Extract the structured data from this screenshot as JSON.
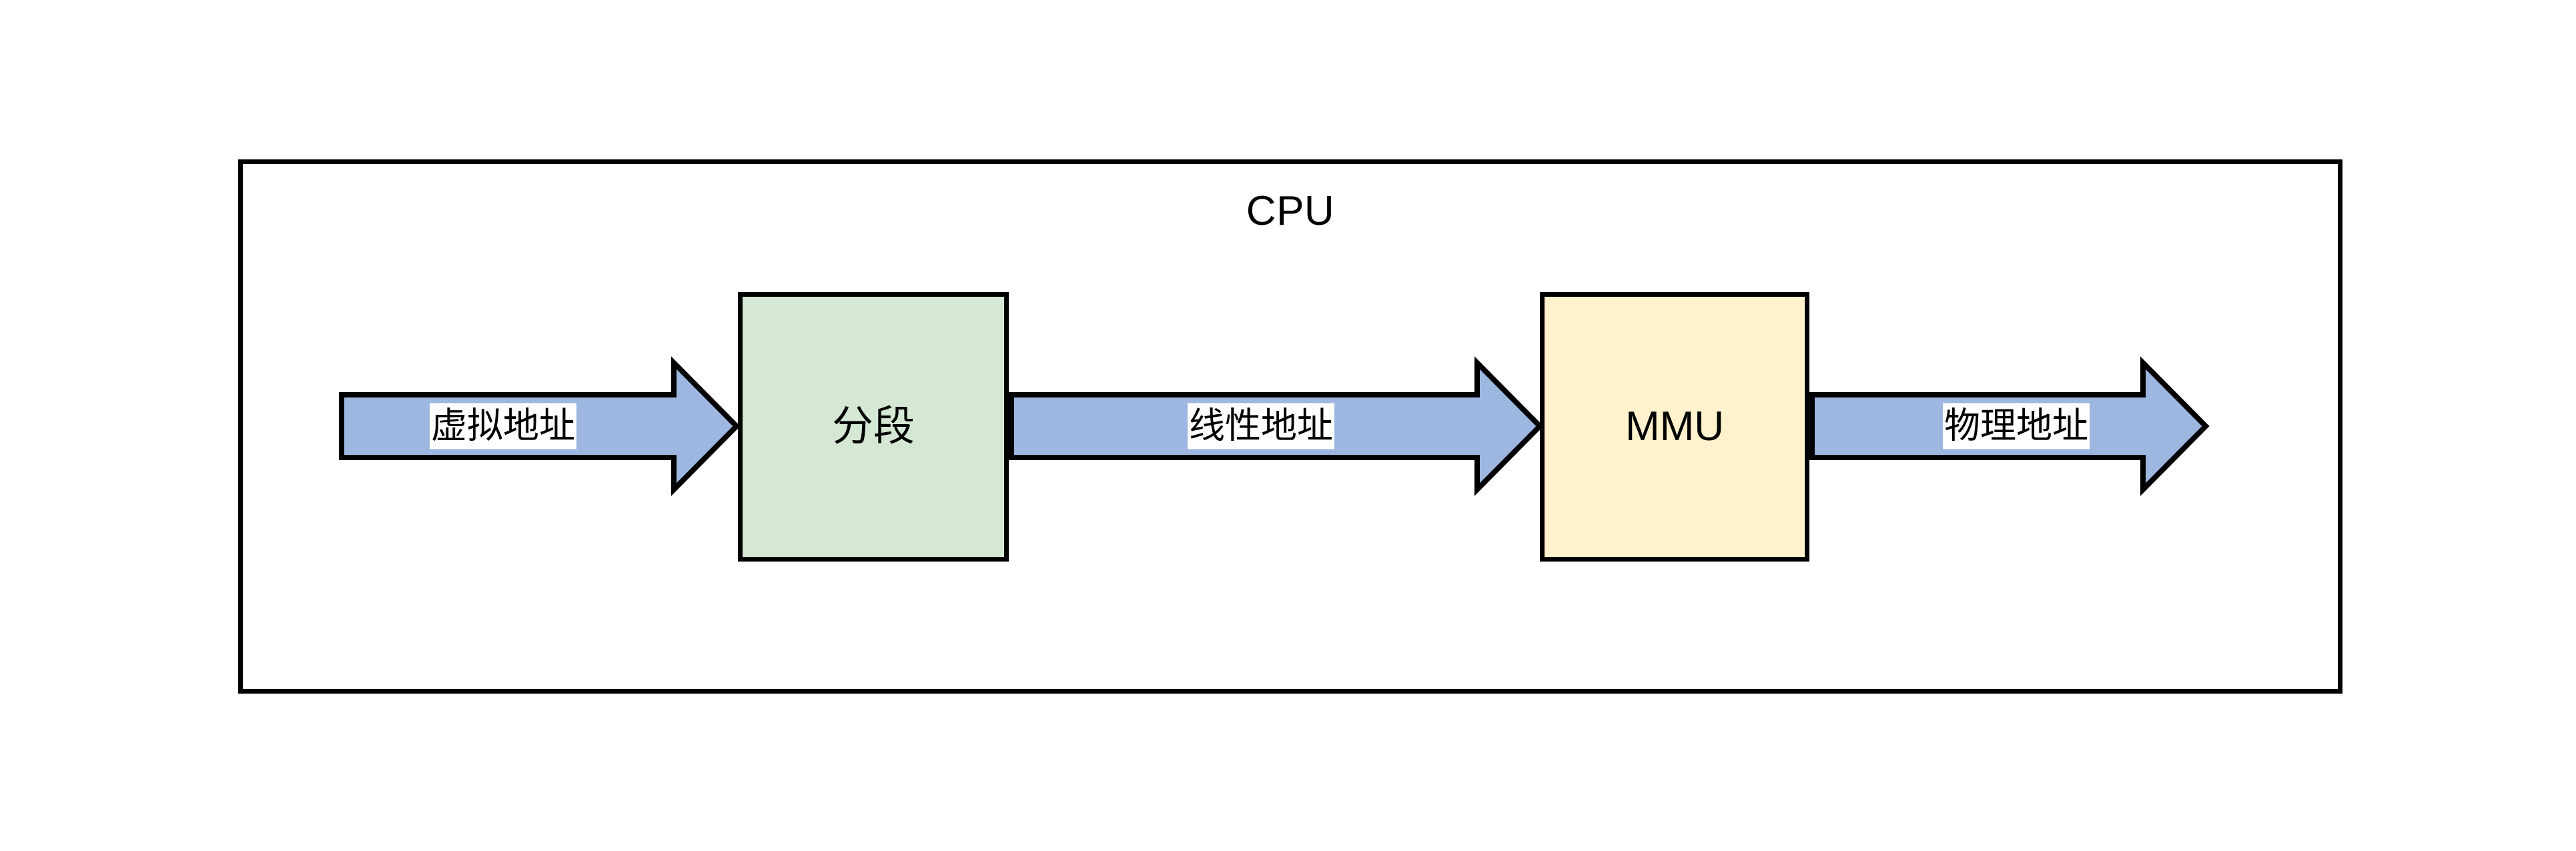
{
  "diagram": {
    "title": "CPU",
    "container": {
      "label": "CPU",
      "name": "cpu-container"
    },
    "nodes": [
      {
        "id": "segmentation",
        "label": "分段",
        "fill": "#d5e8d4",
        "stroke": "#000000"
      },
      {
        "id": "mmu",
        "label": "MMU",
        "fill": "#fff2cc",
        "stroke": "#000000"
      }
    ],
    "arrows": [
      {
        "id": "virtual-address",
        "label": "虚拟地址",
        "from": "input",
        "to": "segmentation",
        "fill": "#9db7e0",
        "stroke": "#000000"
      },
      {
        "id": "linear-address",
        "label": "线性地址",
        "from": "segmentation",
        "to": "mmu",
        "fill": "#9db7e0",
        "stroke": "#000000"
      },
      {
        "id": "physical-address",
        "label": "物理地址",
        "from": "mmu",
        "to": "output",
        "fill": "#9db7e0",
        "stroke": "#000000"
      }
    ],
    "colors": {
      "background": "#ffffff",
      "outline": "#000000",
      "arrow_blue": "#9db7e0",
      "node_green": "#d5e8d4",
      "node_yellow": "#fff2cc",
      "label_background": "#ffffff"
    }
  }
}
